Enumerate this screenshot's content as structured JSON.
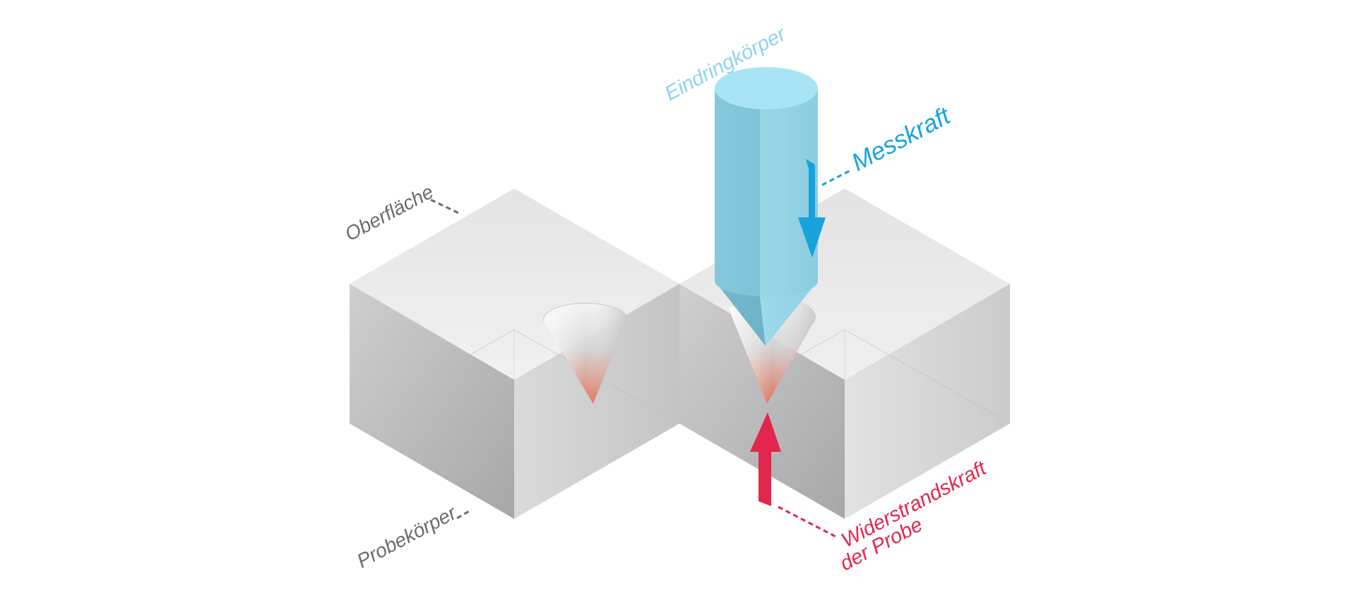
{
  "labels": {
    "indenter": "Eindringkörper",
    "measuring_force": "Messkraft",
    "surface": "Oberfläche",
    "specimen": "Probekörper",
    "resistance_line1": "Widerstrandskraft",
    "resistance_line2": "der Probe"
  },
  "colors": {
    "indenter_label": "#8fd3ee",
    "measuring_force": "#16a3dd",
    "resistance_force": "#e2264d",
    "neutral_label": "#6b6b6b",
    "indenter_top": "#a8e4f6",
    "indenter_side": "#7ec2d6",
    "indent_tint": "#e0705a"
  },
  "icons": {
    "measuring_force_arrow": "arrow-down-icon",
    "resistance_force_arrow": "arrow-up-icon"
  }
}
